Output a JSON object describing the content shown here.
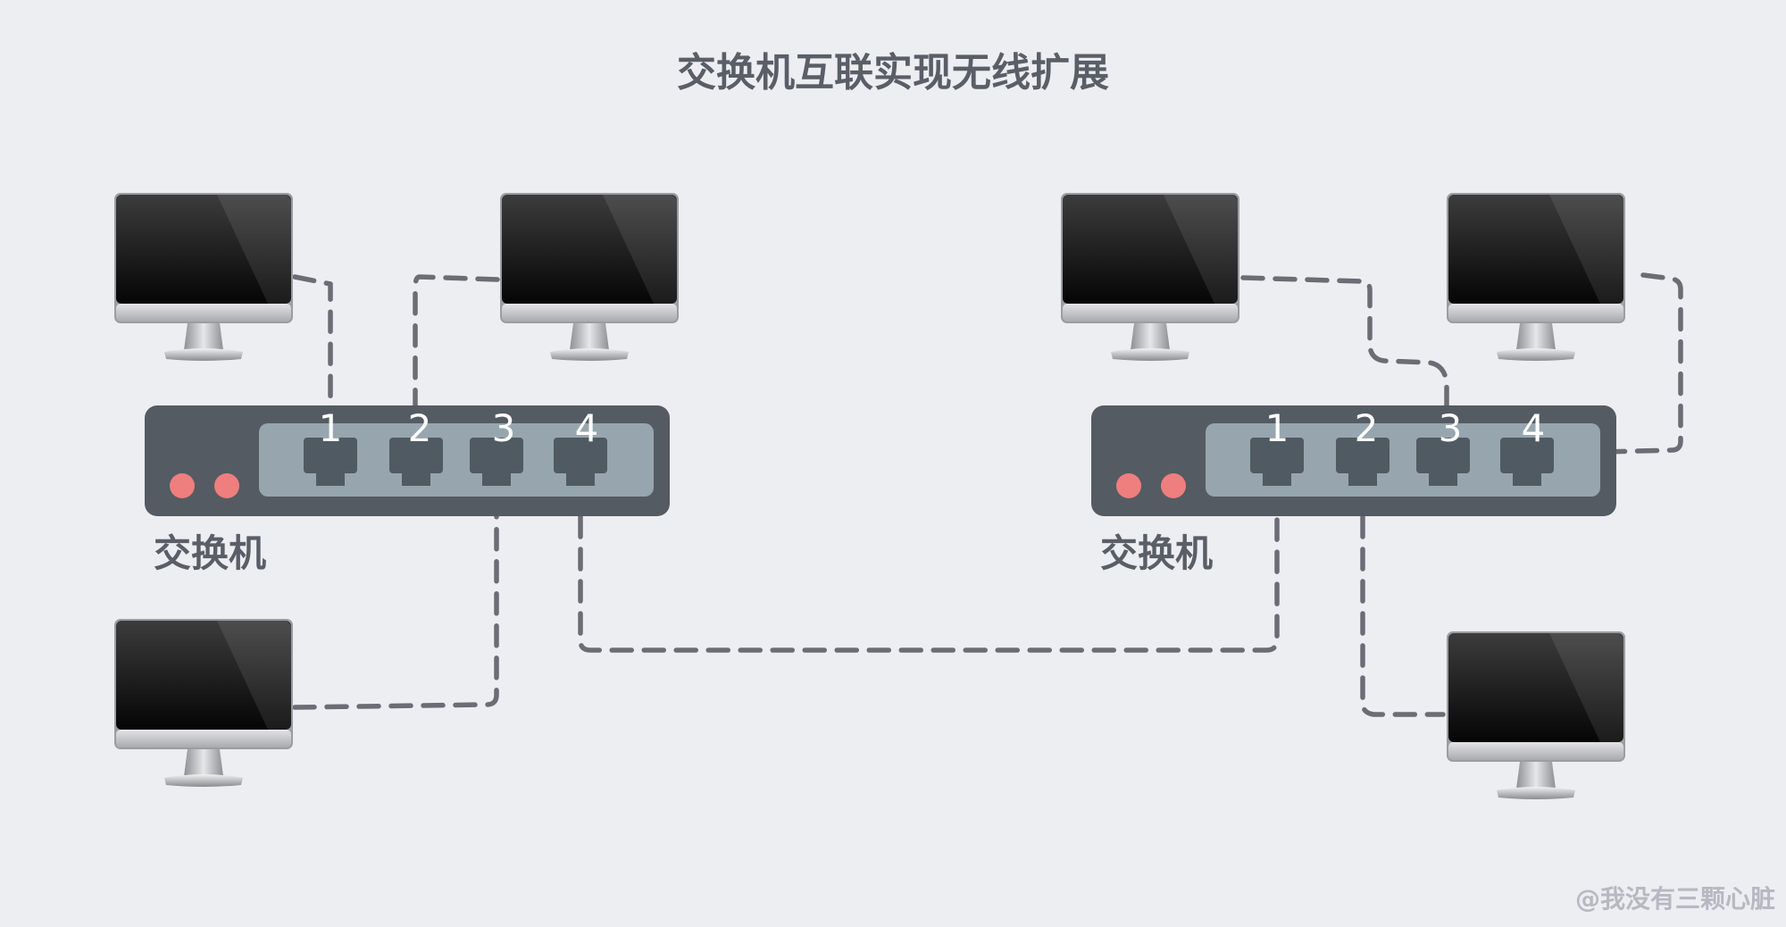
{
  "title": "交换机互联实现无线扩展",
  "switches": [
    {
      "label": "交换机",
      "ports": [
        "1",
        "2",
        "3",
        "4"
      ]
    },
    {
      "label": "交换机",
      "ports": [
        "1",
        "2",
        "3",
        "4"
      ]
    }
  ],
  "watermark": "@我没有三颗心脏",
  "colors": {
    "background": "#edeef2",
    "switch_body": "#555b62",
    "port_panel": "#97a6ae",
    "port": "#505a62",
    "led": "#ef7e7e",
    "cable": "#6a6d74",
    "text": "#5a5e66"
  }
}
